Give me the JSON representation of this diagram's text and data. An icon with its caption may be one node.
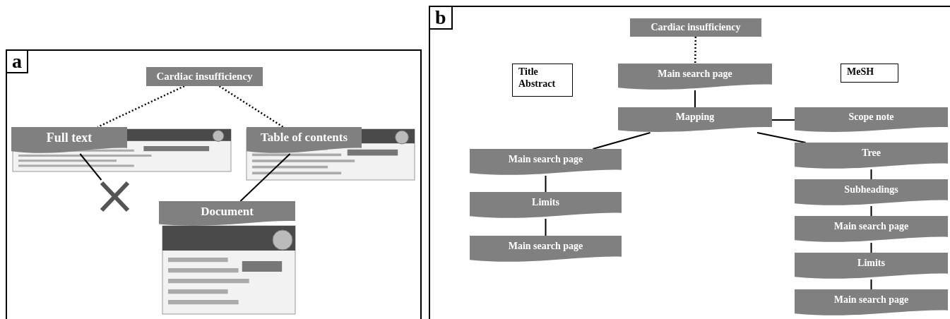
{
  "diagram": {
    "nodes": [
      {
        "text": [
          "a"
        ]
      },
      {
        "text": [
          "Cardiac insufficiency"
        ],
        "in": 0
      },
      {
        "text": [
          "Full text"
        ],
        "in": 0
      },
      {
        "text": [
          "Table of contents"
        ],
        "in": 0
      },
      {
        "text": [
          "Document"
        ],
        "in": 0
      },
      {
        "text": [],
        "shape": "cross",
        "in": 0
      },
      {
        "text": [
          "b"
        ]
      },
      {
        "text": [
          "Cardiac insufficiency"
        ],
        "in": 6
      },
      {
        "text": [
          "Title Abstract"
        ],
        "in": 6
      },
      {
        "text": [
          "Main search page"
        ],
        "in": 6
      },
      {
        "text": [
          "MeSH"
        ],
        "in": 6
      },
      {
        "text": [
          "Mapping"
        ],
        "in": 6
      },
      {
        "text": [
          "Scope note"
        ],
        "in": 6
      },
      {
        "text": [
          "Main search page"
        ],
        "in": 6
      },
      {
        "text": [
          "Tree"
        ],
        "in": 6
      },
      {
        "text": [
          "Limits"
        ],
        "in": 6
      },
      {
        "text": [
          "Subheadings"
        ],
        "in": 6
      },
      {
        "text": [
          "Main search page"
        ],
        "in": 6
      },
      {
        "text": [
          "Main search page"
        ],
        "in": 6
      },
      {
        "text": [
          "Limits"
        ],
        "in": 6
      },
      {
        "text": [
          "Main search page"
        ],
        "in": 6
      }
    ],
    "edges": [
      {
        "from": 1,
        "to": 2,
        "arrow": "none",
        "style": "dashed"
      },
      {
        "from": 1,
        "to": 3,
        "arrow": "none",
        "style": "dashed"
      },
      {
        "from": 2,
        "to": 5,
        "arrow": "none"
      },
      {
        "from": 3,
        "to": 4,
        "arrow": "none"
      },
      {
        "from": 7,
        "to": 9,
        "arrow": "none",
        "style": "dashed"
      },
      {
        "from": 9,
        "to": 11,
        "arrow": "none"
      },
      {
        "from": 11,
        "to": 12,
        "arrow": "none"
      },
      {
        "from": 11,
        "to": 13,
        "arrow": "none"
      },
      {
        "from": 11,
        "to": 14,
        "arrow": "none"
      },
      {
        "from": 13,
        "to": 15,
        "arrow": "none"
      },
      {
        "from": 15,
        "to": 17,
        "arrow": "none"
      },
      {
        "from": 14,
        "to": 16,
        "arrow": "none"
      },
      {
        "from": 16,
        "to": 18,
        "arrow": "none"
      },
      {
        "from": 18,
        "to": 19,
        "arrow": "none"
      },
      {
        "from": 19,
        "to": 20,
        "arrow": "none"
      }
    ]
  }
}
